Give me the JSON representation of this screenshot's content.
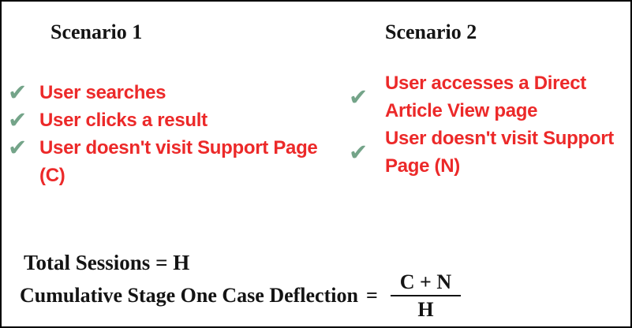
{
  "colors": {
    "text_red": "#ec2929",
    "check_green": "#74a489",
    "text_black": "#141414",
    "background": "#ffffff",
    "border": "#000000"
  },
  "icons": {
    "check": "✔"
  },
  "scenario1": {
    "title": "Scenario 1",
    "items": [
      {
        "lines": [
          "User searches"
        ]
      },
      {
        "lines": [
          "User clicks a result"
        ]
      },
      {
        "lines": [
          "User doesn't visit Support Page",
          "(C)"
        ]
      }
    ]
  },
  "scenario2": {
    "title": "Scenario 2",
    "items": [
      {
        "lines": [
          "User accesses a Direct",
          "Article View page"
        ]
      },
      {
        "lines": [
          "User doesn't visit Support",
          "Page (N)"
        ]
      }
    ]
  },
  "formula": {
    "total_sessions": "Total Sessions = H",
    "deflection_label": "Cumulative Stage One Case Deflection",
    "equals": "=",
    "numerator": "C + N",
    "denominator": "H"
  }
}
